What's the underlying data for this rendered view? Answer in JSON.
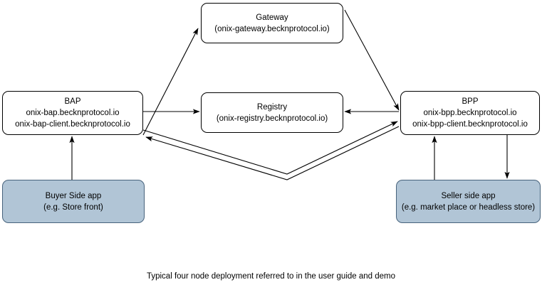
{
  "diagram": {
    "title": "Typical four node deployment referred to in the user guide and demo",
    "colors": {
      "node_fill": "#ffffff",
      "node_stroke": "#000000",
      "app_fill": "#b1c5d6",
      "app_stroke": "#47637c",
      "arrow": "#000000",
      "background": "#ffffff"
    },
    "nodes": [
      {
        "id": "gateway",
        "line1": "Gateway",
        "line2": "(onix-gateway.becknprotocol.io)",
        "type": "service"
      },
      {
        "id": "bap",
        "line1": "BAP",
        "line2": "onix-bap.becknprotocol.io",
        "line3": "onix-bap-client.becknprotocol.io",
        "type": "service"
      },
      {
        "id": "registry",
        "line1": "Registry",
        "line2": "(onix-registry.becknprotocol.io)",
        "type": "service"
      },
      {
        "id": "bpp",
        "line1": "BPP",
        "line2": "onix-bpp.becknprotocol.io",
        "line3": "onix-bpp-client.becknprotocol.io",
        "type": "service"
      },
      {
        "id": "buyer-app",
        "line1": "Buyer Side app",
        "line2": "(e.g. Store front)",
        "type": "app"
      },
      {
        "id": "seller-app",
        "line1": "Seller side app",
        "line2": "(e.g. market place or headless store)",
        "type": "app"
      }
    ],
    "edges": [
      {
        "id": "bap-to-gateway",
        "from": "bap",
        "to": "gateway",
        "style": "diagonal",
        "direction": "one-way"
      },
      {
        "id": "gateway-to-bpp",
        "from": "gateway",
        "to": "bpp",
        "style": "diagonal",
        "direction": "one-way"
      },
      {
        "id": "bap-to-registry",
        "from": "bap",
        "to": "registry",
        "style": "straight",
        "direction": "one-way"
      },
      {
        "id": "bpp-to-registry",
        "from": "bpp",
        "to": "registry",
        "style": "straight",
        "direction": "one-way"
      },
      {
        "id": "bap-to-bpp",
        "from": "bap",
        "to": "bpp",
        "style": "vee",
        "direction": "one-way"
      },
      {
        "id": "bpp-to-bap",
        "from": "bpp",
        "to": "bap",
        "style": "vee",
        "direction": "one-way"
      },
      {
        "id": "buyer-app-to-bap",
        "from": "buyer-app",
        "to": "bap",
        "style": "vertical",
        "direction": "one-way"
      },
      {
        "id": "seller-app-to-bpp",
        "from": "seller-app",
        "to": "bpp",
        "style": "vertical",
        "direction": "one-way"
      },
      {
        "id": "bpp-to-seller-app",
        "from": "bpp",
        "to": "seller-app",
        "style": "vertical",
        "direction": "one-way"
      }
    ]
  }
}
